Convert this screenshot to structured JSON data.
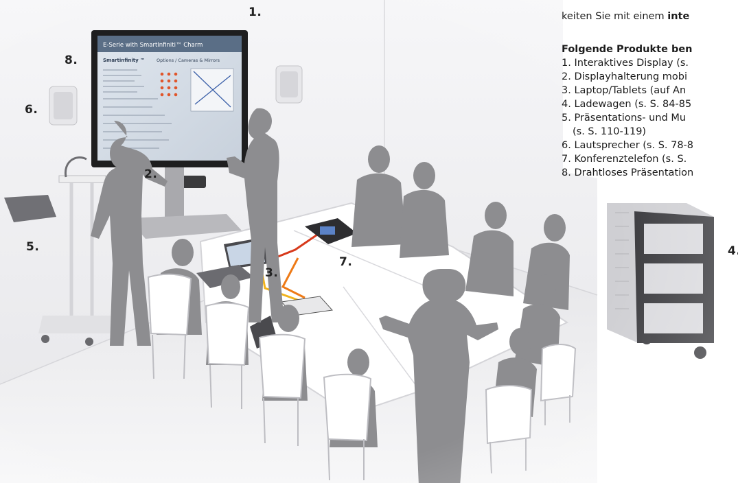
{
  "intro": {
    "line1_prefix": "keiten Sie mit einem ",
    "line1_bold": "inte"
  },
  "products": {
    "heading": "Folgende Produkte ben",
    "items": [
      "1. Interaktives Display (s.",
      "2. Displayhalterung mobi",
      "3. Laptop/Tablets (auf An",
      "4. Ladewagen (s. S. 84-85",
      "5. Präsentations- und Mu",
      "(s. S. 110-119)",
      "6. Lautsprecher (s. S. 78-8",
      "7. Konferenztelefon (s. S.",
      "8. Drahtloses Präsentation"
    ]
  },
  "markers": [
    "1.",
    "2.",
    "3.",
    "4.",
    "5.",
    "6.",
    "7.",
    "8."
  ],
  "display_screen": {
    "title": "E-Serie with SmartInfiniti™ Charm",
    "subtitle": "Smartinfinity ™",
    "tab": "Options / Cameras & Mirrors"
  },
  "colors": {
    "wall": "#efeff1",
    "floor": "#e6e6e8",
    "silhouette": "#8b8b8b",
    "table": "#fdfdfd",
    "cable_red": "#d73a1c",
    "cable_yellow": "#f2b31c",
    "cable_orange": "#ee7a16"
  }
}
